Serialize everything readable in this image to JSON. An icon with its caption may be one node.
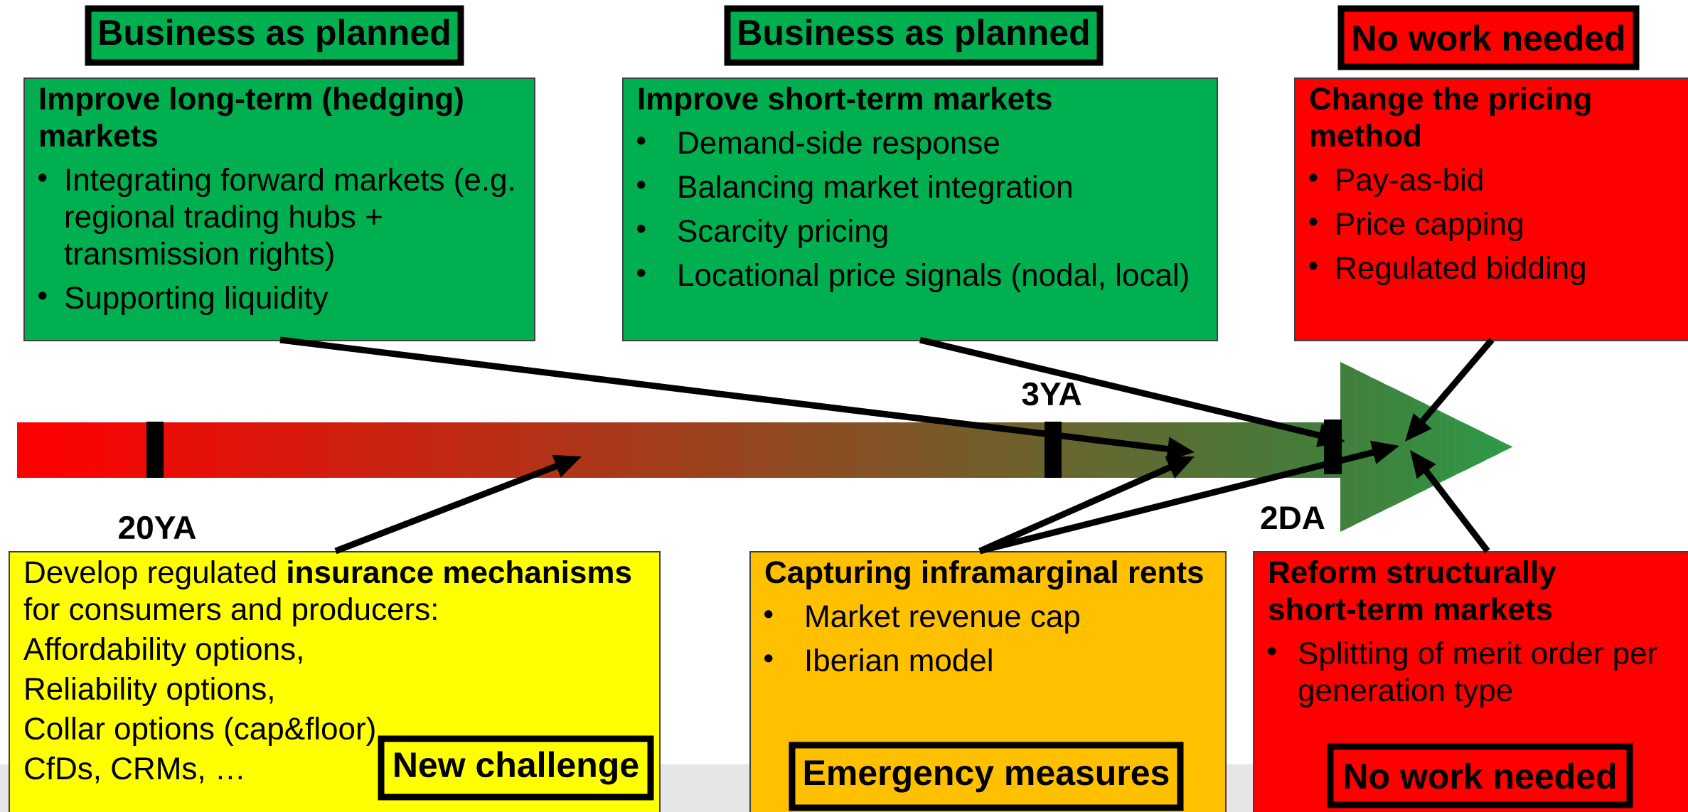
{
  "diagram": {
    "nodes": [
      {
        "text": [
          "Business as planned"
        ]
      },
      {
        "text": [
          "Improve long-term (hedging) markets",
          "Integrating forward markets (e.g. regional trading hubs + transmission rights)",
          "Supporting liquidity"
        ]
      },
      {
        "text": [
          "Business as planned"
        ]
      },
      {
        "text": [
          "Improve short-term markets",
          "Demand-side response",
          "Balancing market integration",
          "Scarcity pricing",
          "Locational price signals (nodal, local)"
        ]
      },
      {
        "text": [
          "No work needed"
        ]
      },
      {
        "text": [
          "Change the pricing method",
          "Pay-as-bid",
          "Price capping",
          "Regulated bidding"
        ]
      },
      {
        "text": [],
        "shape": "arrow"
      },
      {
        "text": [
          "Develop regulated **insurance mechanisms** for consumers and producers:",
          "Affordability options,",
          "Reliability options,",
          "Collar options (cap&floor)",
          "CfDs, CRMs, …"
        ]
      },
      {
        "text": [
          "New challenge"
        ],
        "in": 7
      },
      {
        "text": [
          "Capturing inframarginal rents",
          "Market revenue cap",
          "Iberian model"
        ]
      },
      {
        "text": [
          "Emergency measures"
        ],
        "in": 9
      },
      {
        "text": [
          "Reform structurally short-term markets",
          "Splitting of merit order per generation type"
        ]
      },
      {
        "text": [
          "No work needed"
        ],
        "in": 11
      }
    ],
    "edges": [
      {
        "from": 1,
        "to": 6,
        "arrow": "to"
      },
      {
        "from": 3,
        "to": 6,
        "arrow": "to"
      },
      {
        "from": 5,
        "to": 6,
        "arrow": "to"
      },
      {
        "from": 7,
        "to": 6,
        "arrow": "to"
      },
      {
        "from": 9,
        "to": 6,
        "arrow": "to"
      },
      {
        "from": 9,
        "to": 6,
        "arrow": "to"
      },
      {
        "from": 11,
        "to": 6,
        "arrow": "to"
      }
    ],
    "labels": [
      "20YA",
      "3YA",
      "2DA"
    ]
  }
}
